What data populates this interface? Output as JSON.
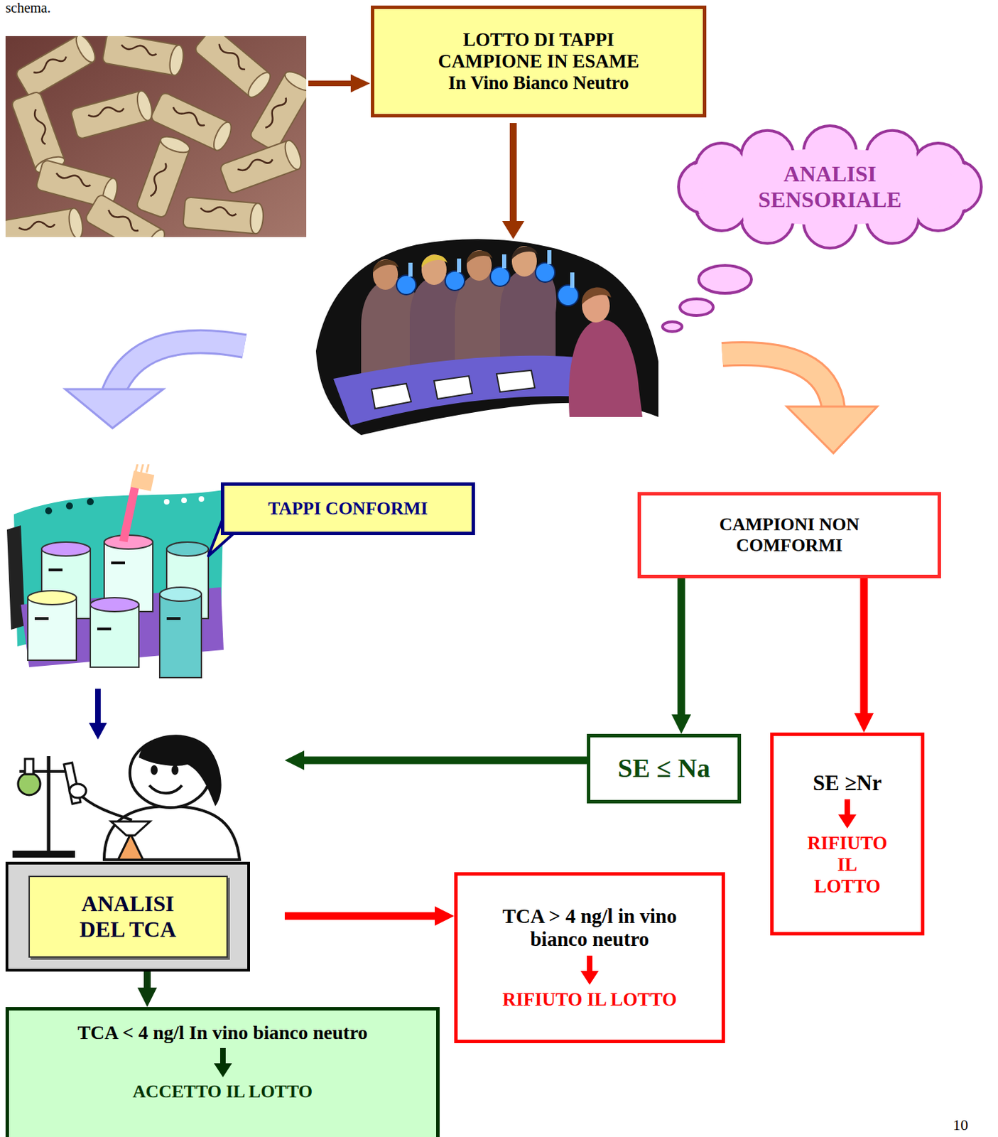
{
  "diagram": {
    "nodes": [
      {
        "text": [
          "LOTTO DI TAPPI CAMPIONE IN ESAME In Vino Bianco Neutro"
        ]
      },
      {
        "text": [
          "ANALISI SENSORIALE"
        ]
      },
      {
        "text": [
          "TAPPI CONFORMI"
        ]
      },
      {
        "text": [
          "CAMPIONI NON COMFORMI"
        ]
      },
      {
        "text": [
          "SE ≤ Na"
        ]
      },
      {
        "text": [
          "SE ≥Nr",
          "RIFIUTO IL LOTTO"
        ]
      },
      {
        "text": [
          "ANALISI DEL TCA"
        ]
      },
      {
        "text": [
          "TCA > 4 ng/l in vino bianco neutro",
          "RIFIUTO IL LOTTO"
        ]
      },
      {
        "text": [
          "TCA < 4 ng/l In vino bianco neutro",
          "ACCETTO IL LOTTO"
        ]
      }
    ],
    "edges": [
      {
        "from": 3,
        "to": 4,
        "arrow": "to"
      },
      {
        "from": 3,
        "to": 5,
        "arrow": "to"
      },
      {
        "from": 4,
        "to": 6,
        "arrow": "to"
      },
      {
        "from": 6,
        "to": 7,
        "arrow": "to"
      },
      {
        "from": 6,
        "to": 8,
        "arrow": "to"
      }
    ],
    "labels": [
      "schema.",
      "10"
    ]
  }
}
